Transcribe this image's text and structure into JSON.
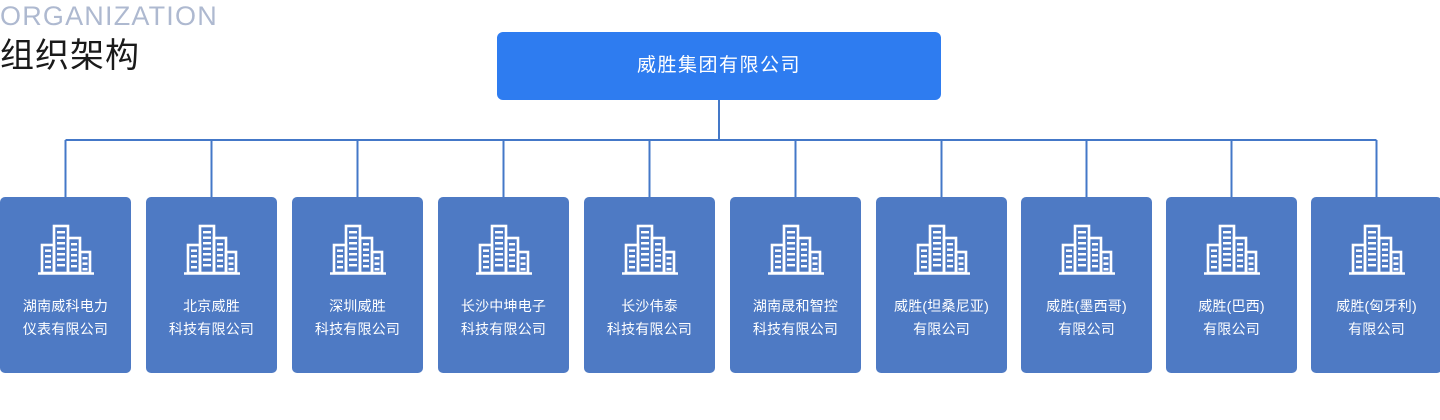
{
  "heading": {
    "eyebrow": "ORGANIZATION",
    "title": "组织架构"
  },
  "colors": {
    "root_node_blue": "#2e7cf0",
    "child_card_blue": "#4e7ac4",
    "connector_line": "#4478c8",
    "eyebrow_text": "#aeb9d0",
    "title_text": "#1a1a1a",
    "node_text": "#ffffff",
    "page_background": "#ffffff"
  },
  "chart_data": {
    "type": "org-chart",
    "title": "组织架构",
    "subtitle": "ORGANIZATION",
    "root": {
      "label": "威胜集团有限公司",
      "icon": "none"
    },
    "children": [
      {
        "label": "湖南威科电力\n仪表有限公司",
        "line1": "湖南威科电力",
        "line2": "仪表有限公司",
        "icon": "building-icon"
      },
      {
        "label": "北京威胜\n科技有限公司",
        "line1": "北京威胜",
        "line2": "科技有限公司",
        "icon": "building-icon"
      },
      {
        "label": "深圳威胜\n科技有限公司",
        "line1": "深圳威胜",
        "line2": "科技有限公司",
        "icon": "building-icon"
      },
      {
        "label": "长沙中坤电子\n科技有限公司",
        "line1": "长沙中坤电子",
        "line2": "科技有限公司",
        "icon": "building-icon"
      },
      {
        "label": "长沙伟泰\n科技有限公司",
        "line1": "长沙伟泰",
        "line2": "科技有限公司",
        "icon": "building-icon"
      },
      {
        "label": "湖南晟和智控\n科技有限公司",
        "line1": "湖南晟和智控",
        "line2": "科技有限公司",
        "icon": "building-icon"
      },
      {
        "label": "威胜(坦桑尼亚)\n有限公司",
        "line1": "威胜(坦桑尼亚)",
        "line2": "有限公司",
        "icon": "building-icon"
      },
      {
        "label": "威胜(墨西哥)\n有限公司",
        "line1": "威胜(墨西哥)",
        "line2": "有限公司",
        "icon": "building-icon"
      },
      {
        "label": "威胜(巴西)\n有限公司",
        "line1": "威胜(巴西)",
        "line2": "有限公司",
        "icon": "building-icon"
      },
      {
        "label": "威胜(匈牙利)\n有限公司",
        "line1": "威胜(匈牙利)",
        "line2": "有限公司",
        "icon": "building-icon"
      }
    ],
    "layout": {
      "levels": 2,
      "child_count": 10,
      "orientation": "top-down",
      "connector_style": "orthogonal-bus"
    }
  }
}
